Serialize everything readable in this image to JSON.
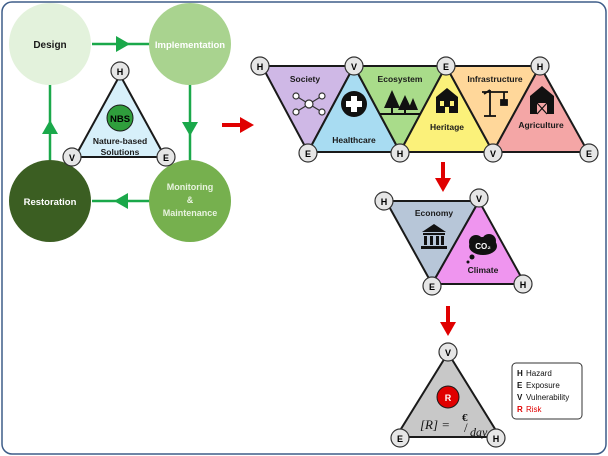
{
  "cycle": {
    "design": "Design",
    "implementation": "Implementation",
    "monitoring_line1": "Monitoring",
    "monitoring_line2": "&",
    "monitoring_line3": "Maintenance",
    "restoration": "Restoration",
    "nbs_badge": "NBS",
    "nbs_line1": "Nature-based",
    "nbs_line2": "Solutions"
  },
  "markers": {
    "hazard": "H",
    "exposure": "E",
    "vulnerability": "V",
    "risk": "R"
  },
  "sectors": {
    "society": "Society",
    "healthcare": "Healthcare",
    "ecosystem": "Ecosystem",
    "heritage": "Heritage",
    "infrastructure": "Infrastructure",
    "agriculture": "Agriculture",
    "economy": "Economy",
    "climate": "Climate"
  },
  "risk_formula": {
    "lhs": "[R] =",
    "numerator": "€",
    "denominator": "day"
  },
  "legend": {
    "items": [
      {
        "key": "H",
        "label": "Hazard"
      },
      {
        "key": "E",
        "label": "Exposure"
      },
      {
        "key": "V",
        "label": "Vulnerability"
      },
      {
        "key": "R",
        "label": "Risk"
      }
    ]
  },
  "colors": {
    "design": "#e3f2dc",
    "implementation": "#a9d38f",
    "monitoring": "#76b04e",
    "restoration": "#3b5e22",
    "cycle_arrow": "#1aa84a",
    "flow_arrow": "#e00000",
    "society": "#cfb8e6",
    "healthcare": "#a8dcf2",
    "ecosystem": "#a9dc8a",
    "heritage": "#fbf17a",
    "infrastructure": "#ffd79a",
    "agriculture": "#f4a6a6",
    "economy": "#b7c6d8",
    "climate": "#ef95ef",
    "risk_triangle": "#c8c8c8",
    "nbs_triangle": "#d7f0fa",
    "risk_dot": "#e00000"
  }
}
